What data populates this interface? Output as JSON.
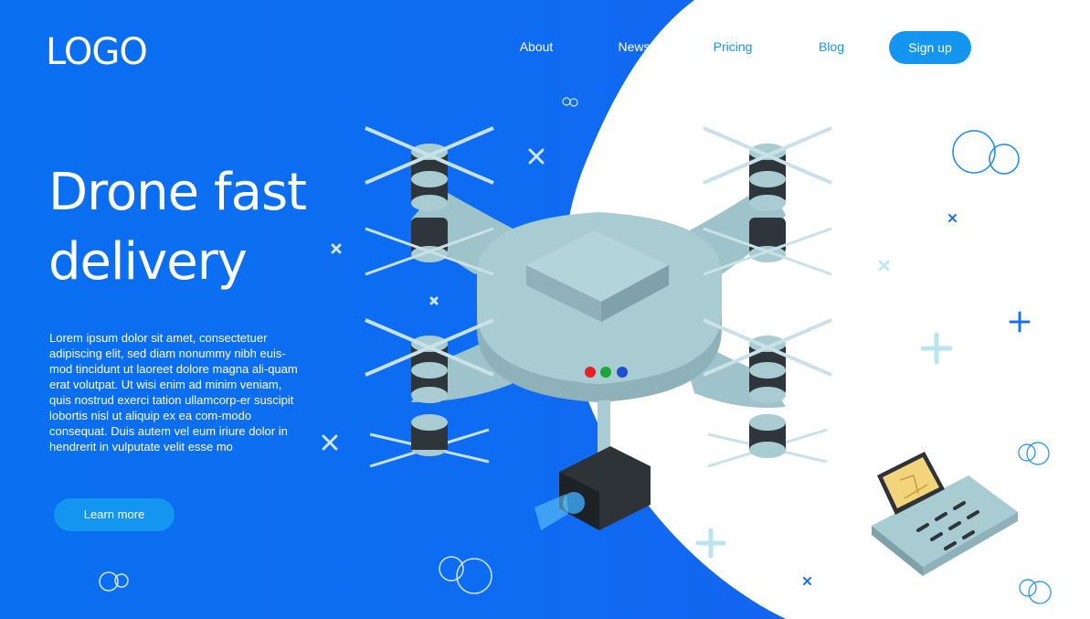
{
  "header": {
    "logo": "LOGO",
    "nav": [
      {
        "label": "About"
      },
      {
        "label": "News"
      },
      {
        "label": "Pricing"
      },
      {
        "label": "Blog"
      }
    ],
    "signup_label": "Sign up"
  },
  "hero": {
    "title_line1": "Drone fast",
    "title_line2": "delivery",
    "body": "Lorem ipsum dolor sit amet, consectetuer adipiscing elit, sed diam nonummy nibh euis-mod tincidunt ut laoreet dolore magna ali-quam erat volutpat. Ut wisi enim ad minim veniam, quis nostrud exerci tation ullamcorp-er suscipit lobortis nisl ut aliquip ex ea com-modo consequat. Duis autem vel eum iriure dolor in hendrerit in vulputate velit esse mo",
    "cta_label": "Learn more"
  },
  "colors": {
    "primary_blue": "#0a6ff0",
    "button_blue": "#1496f0",
    "white_panel": "#ffffff",
    "drone_body": "#a9cbd2",
    "led_red": "#e8202a",
    "led_green": "#1aa83a",
    "led_blue": "#1f4fd1"
  },
  "illustration": {
    "drone": "quadcopter-drone-with-camera",
    "device": "laptop-with-map-screen"
  }
}
